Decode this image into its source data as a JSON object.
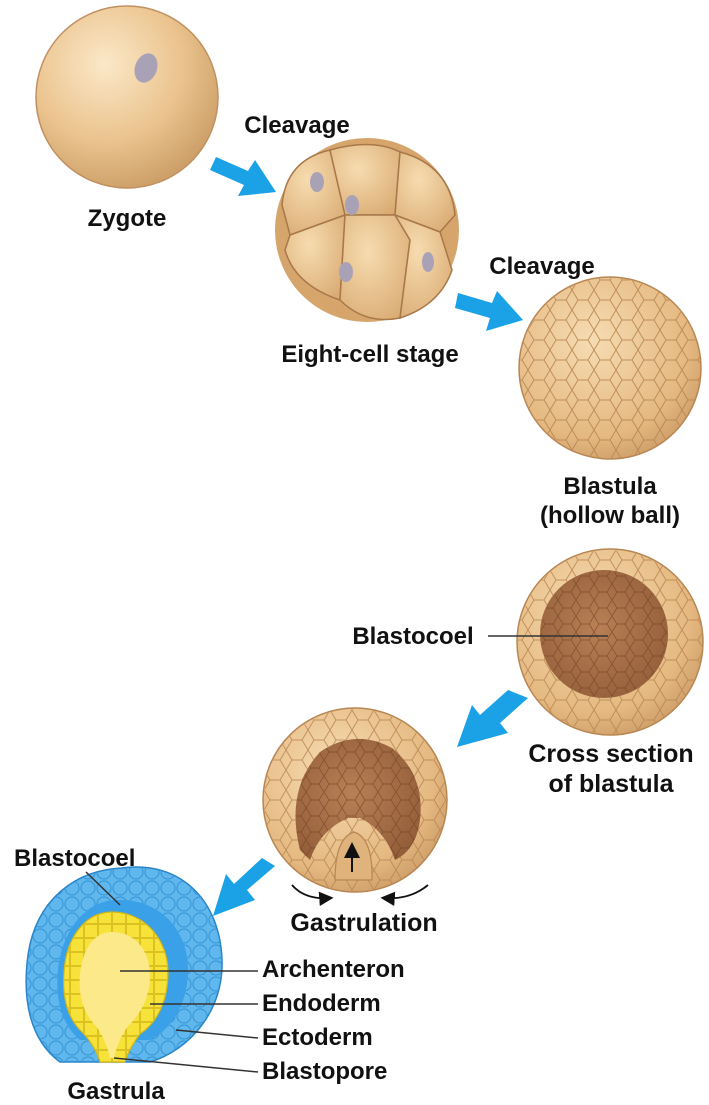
{
  "labels": {
    "zygote": "Zygote",
    "cleavage_1": "Cleavage",
    "eight_cell": "Eight-cell stage",
    "cleavage_2": "Cleavage",
    "blastula_1": "Blastula",
    "blastula_2": "(hollow ball)",
    "blastocoel_1": "Blastocoel",
    "cross_section_1": "Cross section",
    "cross_section_2": "of blastula",
    "gastrulation": "Gastrulation",
    "blastocoel_2": "Blastocoel",
    "archenteron": "Archenteron",
    "endoderm": "Endoderm",
    "ectoderm": "Ectoderm",
    "blastopore": "Blastopore",
    "gastrula": "Gastrula"
  },
  "colors": {
    "egg": "#e9c38f",
    "egg_light": "#f7e2bf",
    "egg_dark": "#c99a62",
    "nucleus": "#a9a2b6",
    "arrow": "#1aa1e6",
    "inner_brown": "#a8714a",
    "ectoderm_blue": "#5fb7ee",
    "endoderm_yellow": "#f7e23a"
  },
  "icons": {
    "stage_arrow": "arrow-icon",
    "movement_arrow": "curved-arrow-icon"
  }
}
